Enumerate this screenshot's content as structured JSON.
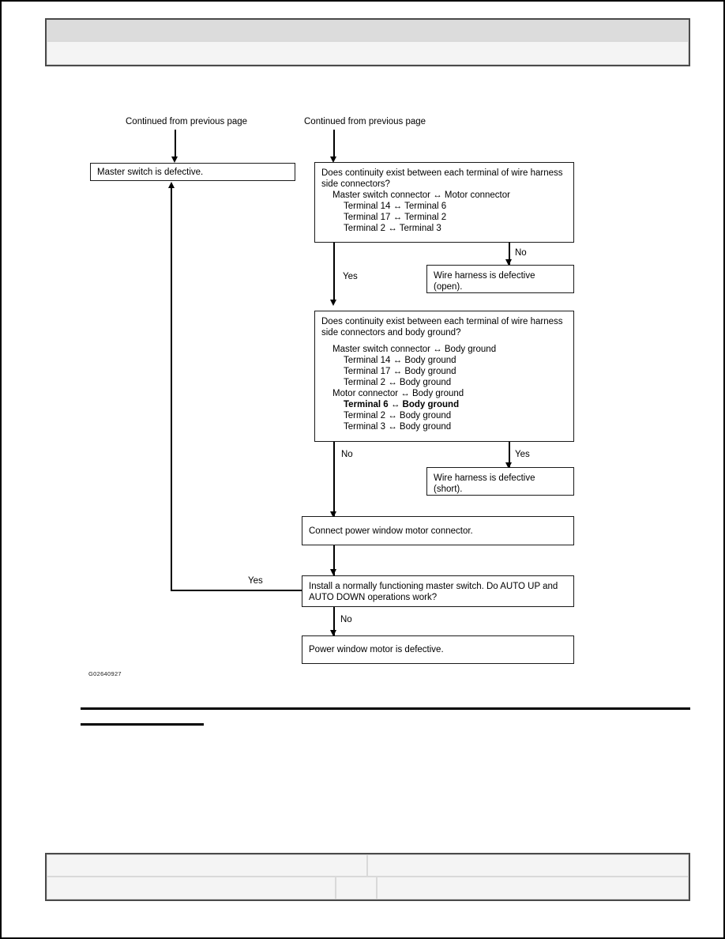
{
  "page": {
    "figure_code": "G02640927"
  },
  "header": {
    "rows": [
      {
        "cells": [
          ""
        ]
      },
      {
        "cells": [
          ""
        ]
      }
    ]
  },
  "footer": {
    "rows": [
      {
        "cells": [
          "",
          ""
        ]
      },
      {
        "cells": [
          "",
          "",
          ""
        ]
      }
    ]
  },
  "flowchart": {
    "captions": {
      "continued_left": "Continued from previous page",
      "continued_right": "Continued from previous page"
    },
    "nodes": {
      "master_switch_defective": {
        "text": "Master switch is defective."
      },
      "continuity_terminals": {
        "line1": "Does continuity exist between each terminal of wire harness",
        "line2": "side connectors?",
        "line3": "Master switch connector ↔ Motor connector",
        "line4": "Terminal 14 ↔ Terminal 6",
        "line5": "Terminal 17 ↔ Terminal 2",
        "line6": "Terminal 2 ↔ Terminal 3"
      },
      "harness_open": {
        "line1": "Wire harness is defective",
        "line2": "(open)."
      },
      "continuity_ground": {
        "line1": "Does continuity exist between each terminal of wire harness",
        "line2": "side connectors and body ground?",
        "line3": "Master switch connector ↔ Body ground",
        "line4": "Terminal 14 ↔ Body ground",
        "line5": "Terminal 17 ↔ Body ground",
        "line6": "Terminal 2 ↔ Body ground",
        "line7": "Motor connector ↔ Body ground",
        "line8": "Terminal 6 ↔ Body ground",
        "line9": "Terminal 2 ↔ Body ground",
        "line10": "Terminal 3 ↔ Body ground"
      },
      "harness_short": {
        "line1": "Wire harness is defective",
        "line2": "(short)."
      },
      "connect_motor": {
        "text": "Connect power window motor connector."
      },
      "install_master_switch": {
        "line1": "Install a normally functioning master switch. Do AUTO UP and",
        "line2": "AUTO DOWN operations work?"
      },
      "motor_defective": {
        "text": "Power window motor is defective."
      }
    },
    "branches": {
      "yes_continuity_terminals": "Yes",
      "no_continuity_terminals": "No",
      "no_continuity_ground": "No",
      "yes_continuity_ground": "Yes",
      "yes_install_master_switch": "Yes",
      "no_install_master_switch": "No"
    }
  }
}
